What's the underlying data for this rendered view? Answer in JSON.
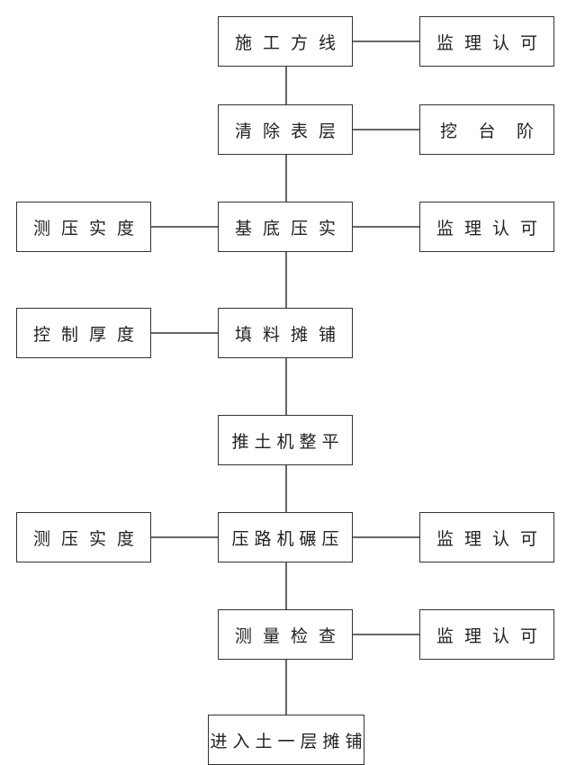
{
  "main_steps": [
    {
      "id": "main-1",
      "chars": [
        "施",
        "工",
        "方",
        "线"
      ]
    },
    {
      "id": "main-2",
      "chars": [
        "清",
        "除",
        "表",
        "层"
      ]
    },
    {
      "id": "main-3",
      "chars": [
        "基",
        "底",
        "压",
        "实"
      ]
    },
    {
      "id": "main-4",
      "chars": [
        "填",
        "料",
        "摊",
        "铺"
      ]
    },
    {
      "id": "main-5",
      "chars": [
        "推",
        "土",
        "机",
        "整",
        "平"
      ]
    },
    {
      "id": "main-6",
      "chars": [
        "压",
        "路",
        "机",
        "碾",
        "压"
      ]
    },
    {
      "id": "main-7",
      "chars": [
        "测",
        "量",
        "检",
        "查"
      ]
    },
    {
      "id": "main-8",
      "chars": [
        "进",
        "入",
        "土",
        "一",
        "层",
        "摊",
        "铺"
      ]
    }
  ],
  "right_notes": [
    {
      "id": "right-1",
      "chars": [
        "监",
        "理",
        "认",
        "可"
      ]
    },
    {
      "id": "right-2",
      "chars": [
        "挖",
        "台",
        "阶"
      ]
    },
    {
      "id": "right-3",
      "chars": [
        "监",
        "理",
        "认",
        "可"
      ]
    },
    {
      "id": "right-6",
      "chars": [
        "监",
        "理",
        "认",
        "可"
      ]
    },
    {
      "id": "right-7",
      "chars": [
        "监",
        "理",
        "认",
        "可"
      ]
    }
  ],
  "left_notes": [
    {
      "id": "left-3",
      "chars": [
        "测",
        "压",
        "实",
        "度"
      ]
    },
    {
      "id": "left-4",
      "chars": [
        "控",
        "制",
        "厚",
        "度"
      ]
    },
    {
      "id": "left-6",
      "chars": [
        "测",
        "压",
        "实",
        "度"
      ]
    }
  ],
  "colors": {
    "border": "#333333",
    "line": "#333333",
    "text": "#222222",
    "background": "#ffffff"
  }
}
